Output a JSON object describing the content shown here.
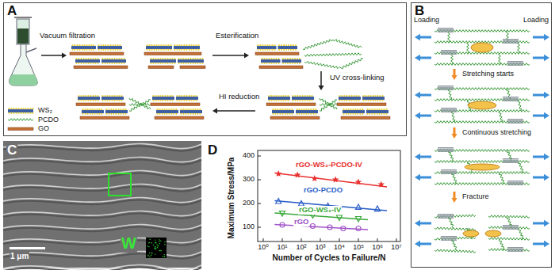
{
  "diagram": {
    "nodes": [
      {
        "text": [
          "A"
        ]
      },
      {
        "text": [
          "B"
        ]
      }
    ],
    "labels": [
      "Vacuum filtration",
      "Esterification",
      "UV cross-linking",
      "HI reduction",
      "Loading",
      "Loading",
      "Stretching starts",
      "Continuous stretching",
      "Fracture",
      "C",
      "1 μm",
      "W",
      "D",
      "Maximum Stress/MPa",
      "Number of Cycles to Failure/N",
      "100",
      "200",
      "300",
      "400",
      "10⁰",
      "10¹",
      "10²",
      "10³",
      "10⁴",
      "10⁵",
      "10⁶",
      "10⁷",
      "rGO-WS₂-PCDO-IV",
      "rGO-PCDO",
      "rGO-WS₂-IV",
      "rGO"
    ],
    "legend": [
      {
        "text": "WS₂"
      },
      {
        "text": "PCDO"
      },
      {
        "text": "GO"
      }
    ]
  }
}
